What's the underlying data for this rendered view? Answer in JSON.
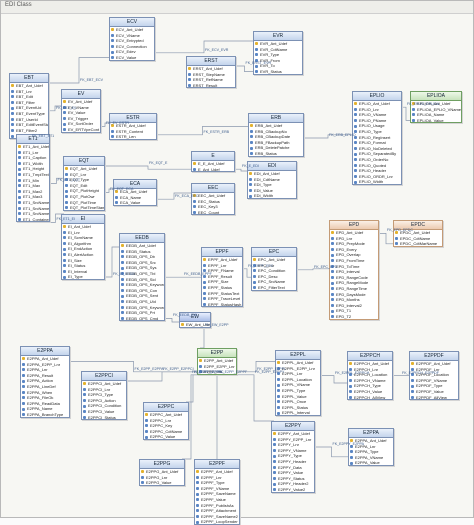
{
  "window": {
    "title": "EDI Class"
  },
  "entities": [
    {
      "id": "ECV",
      "style": "blue",
      "title": "ECV",
      "fields": [
        "ECV_Ant_Udef",
        "ECV_VName",
        "ECV_Entrypted",
        "ECV_Connection",
        "ECV_Edev",
        "ECV_Value"
      ]
    },
    {
      "id": "EVR",
      "style": "blue",
      "title": "EVR",
      "fields": [
        "EVR_Ant_Udef",
        "EVR_CdtName",
        "EVR_Type",
        "EVR_From",
        "EVR_To",
        "EVR_Status"
      ]
    },
    {
      "id": "ERST",
      "style": "blue",
      "title": "ERST",
      "fields": [
        "ERST_Ant_Udef",
        "ERST_StepName",
        "ERST_RefName",
        "ERST_Result"
      ]
    },
    {
      "id": "EBT",
      "style": "blue",
      "title": "EBT",
      "fields": [
        "EBT_Ant_Udef",
        "EBT_Lnr",
        "EBT_Edit",
        "EBT_Filter",
        "EBT_EventUd",
        "EBT_EventType",
        "EBT_UserId",
        "EBT_EditEventState",
        "EBT_Filter2",
        "EBT_Filter3"
      ]
    },
    {
      "id": "EV",
      "style": "blue",
      "title": "EV",
      "fields": [
        "EV_Ant_Udef",
        "EV_VName",
        "EV_Value",
        "EV_Trigger",
        "EV_SortOrder",
        "EV_ERTVpeCont"
      ]
    },
    {
      "id": "ESTR",
      "style": "blue",
      "title": "ESTR",
      "fields": [
        "ESTR_Ant_Udef",
        "ESTR_Content",
        "ESTR_Len"
      ]
    },
    {
      "id": "ERB",
      "style": "blue",
      "title": "ERB",
      "fields": [
        "ERB_Ant_Udef",
        "ERB_CBackupNo",
        "ERB_CBackupDate",
        "ERB_FBackupPath",
        "ERB_DeletePatche",
        "ERB_Status"
      ]
    },
    {
      "id": "EPLIO",
      "style": "blue",
      "title": "EPLIO",
      "fields": [
        "EPLIO_Ant_Udef",
        "EPLIO_Lnr",
        "EPLIO_VName",
        "EPLIO_PName",
        "EPLIO_Usage",
        "EPLIO_Type",
        "EPLIO_RegInsert",
        "EPLIO_Format",
        "EPLIO_NoDeleted",
        "EPLIO_SeparatedBy",
        "EPLIO_OrderNo",
        "EPLIO_Quoted",
        "EPLIO_Header",
        "EPLIO_ORDR_Lnr",
        "EPLIO_Width"
      ]
    },
    {
      "id": "EPLIOA",
      "style": "green",
      "title": "EPLIOA",
      "fields": [
        "EPLIOA_Ant_Udef",
        "EPLIOA_EPLIO_VName",
        "EPLIOA_Name",
        "EPLIOA_Value"
      ]
    },
    {
      "id": "ET1",
      "style": "blue",
      "title": "ET1",
      "fields": [
        "ET1_Ant_Udef",
        "ET1_Lnr",
        "ET1_Caption",
        "ET1_Width",
        "ET1_Height",
        "ET1_TmplText",
        "ET1_Min",
        "ET1_Max",
        "ET1_Max2",
        "ET1_Max3",
        "ET1_SrcName",
        "ET1_SrcName2",
        "ET1_SrcName3",
        "ET1_Container"
      ]
    },
    {
      "id": "EQT",
      "style": "blue",
      "title": "EQT",
      "fields": [
        "EQT_Ant_Udef",
        "EQT_Lnr",
        "EQT_Type",
        "EQT_Edit",
        "EQT_PlotHeight",
        "EQT_PlotOwr",
        "EQT_PlotTime",
        "EQT_PlotTimeStamp"
      ]
    },
    {
      "id": "E",
      "style": "blue",
      "title": "E",
      "fields": [
        "E_E_Ant_Udef",
        "E_Ant_Udef"
      ]
    },
    {
      "id": "ECA",
      "style": "blue",
      "title": "ECA",
      "fields": [
        "ECA_Ant_Udef",
        "ECA_Name",
        "ECA_Value"
      ]
    },
    {
      "id": "EDI",
      "style": "blue",
      "title": "EDI",
      "fields": [
        "EDI_Ant_Udef",
        "EDI_CdtName",
        "EDI_Type",
        "EDI_Value",
        "EDI_Width"
      ]
    },
    {
      "id": "EEC",
      "style": "blue",
      "title": "EEC",
      "fields": [
        "EEC_Ant_Udef",
        "EEC_Status",
        "EEC_Key3",
        "EEC_Count"
      ]
    },
    {
      "id": "EI",
      "style": "blue",
      "title": "EI",
      "fields": [
        "EI_Ant_Udef",
        "EI_Lnr",
        "EI_ScrnName",
        "EI_Algorithm",
        "EI_EndAction",
        "EI_AlertAction",
        "EI_Size",
        "EI_Status",
        "EI_Interval",
        "EI_Type"
      ]
    },
    {
      "id": "EEDB",
      "style": "blue",
      "title": "EEDB",
      "fields": [
        "EEDB_Ant_Udef",
        "EEDB_Status",
        "EEDB_OPS_Db",
        "EEDB_OPS_Src",
        "EEDB_OPS_Sys",
        "EEDB_OPS_Tbl",
        "EEDB_OPS_Sid",
        "EEDB_OPS_Keyword",
        "EEDB_OPS_Con",
        "EEDB_OPS_Sent",
        "EEDB_OPS_Uid",
        "EEDB_OPS_Keyword2",
        "EEDB_OPS_Prt",
        "EEDB_OPS_Cmd"
      ]
    },
    {
      "id": "EPPF",
      "style": "blue",
      "title": "EPPF",
      "fields": [
        "EPPF_Ant_Udef",
        "EPPF_Lnr",
        "EPPF_FName",
        "EPPF_Result",
        "EPPF_Size",
        "EPPF_Status",
        "EPPF_StatusText",
        "EPPF_TraceLevel",
        "EPPF_StatusHash"
      ]
    },
    {
      "id": "EPC",
      "style": "blue",
      "title": "EPC",
      "fields": [
        "EPC_Ant_Udef",
        "EPC_Lnr",
        "EPC_Condition",
        "EPC_Desc",
        "EPC_SrcName",
        "EPC_FilterText"
      ]
    },
    {
      "id": "EPD",
      "style": "orange",
      "title": "EPD",
      "fields": [
        "EPD_Ant_Udef",
        "EPD_Lnr",
        "EPD_PrepMode",
        "EPD_Every",
        "EPD_Overlap",
        "EPD_FromTime",
        "EPD_ToTime",
        "EPD_Interval",
        "EPD_RangeCode",
        "EPD_RangeMode",
        "EPD_RangeTime",
        "EPD_DaysMode",
        "EPD_Months",
        "EPD_Interval2",
        "EPD_T1",
        "EPD_T2"
      ]
    },
    {
      "id": "EPDC",
      "style": "orange",
      "title": "EPDC",
      "fields": [
        "EPDC_Ant_Udef",
        "EPDC_CdtName",
        "EPDC_CdtMarName"
      ]
    },
    {
      "id": "EW",
      "style": "plain",
      "title": "EW",
      "fields": [
        "EW_Ant_Udef"
      ]
    },
    {
      "id": "E2PP",
      "style": "green",
      "title": "E2PP",
      "fields": [
        "E2PP_Ant_Udef",
        "E2PP_E2PP_Lnr",
        "E2PP_Lnr"
      ]
    },
    {
      "id": "E2PPA",
      "style": "blue",
      "title": "E2PPA",
      "fields": [
        "E2PPA_Ant_Udef",
        "E2PPA_E2PP_Lnr",
        "E2PPA_Lnr",
        "E2PPA_Result",
        "E2PPA_Action",
        "E2PPA_LineDef",
        "E2PPA_When",
        "E2PPA_FileOk",
        "E2PPA_ReadData",
        "E2PPA_Name",
        "E2PPA_BranchType"
      ]
    },
    {
      "id": "E2PPCI",
      "style": "blue",
      "title": "E2PPCI",
      "fields": [
        "E2PPCI_Ant_Udef",
        "E2PPCI_Lnr",
        "E2PPCI_Type",
        "E2PPCI_Action",
        "E2PPCI_Condition",
        "E2PPCI_Value",
        "E2PPCI_Status"
      ]
    },
    {
      "id": "E2PPC",
      "style": "blue",
      "title": "E2PPC",
      "fields": [
        "E2PPC_Ant_Udef",
        "E2PPC_Lnr",
        "E2PPC_Key",
        "E2PPC_CdtName",
        "E2PPC_Value"
      ]
    },
    {
      "id": "E2PPL",
      "style": "blue",
      "title": "E2PPL",
      "fields": [
        "E2PPL_Ant_Udef",
        "E2PPL_E2PP_Lnr",
        "E2PPL_Lnr",
        "E2PPL_Location",
        "E2PPL_VName",
        "E2PPL_Type",
        "E2PPL_Value",
        "E2PPL_Once",
        "E2PPL_Status",
        "E2PPL_Interval"
      ]
    },
    {
      "id": "E2PPCH",
      "style": "blue",
      "title": "E2PPCH",
      "fields": [
        "E2PPCH_Ant_Udef",
        "E2PPCH_Lnr",
        "E2PPCH_Location",
        "E2PPCH_VName",
        "E2PPCH_Type",
        "E2PPCH_Value",
        "E2PPCH_AllView"
      ]
    },
    {
      "id": "E2PPDF",
      "style": "blue",
      "title": "E2PPDF",
      "fields": [
        "E2PPDF_Ant_Udef",
        "E2PPDF_Lnr",
        "E2PPDF_Location",
        "E2PPDF_VName",
        "E2PPDF_Type",
        "E2PPDF_Value",
        "E2PPDF_AllView"
      ]
    },
    {
      "id": "E2PPY",
      "style": "blue",
      "title": "E2PPY",
      "fields": [
        "E2PPY_Ant_Udef",
        "E2PPY_E2PP_Lnr",
        "E2PPY_Lnr",
        "E2PPY_VName",
        "E2PPY_Type",
        "E2PPY_Header",
        "E2PPY_Data",
        "E2PPY_Value",
        "E2PPY_Status",
        "E2PPY_Header2",
        "E2PPY_Value2"
      ]
    },
    {
      "id": "E2PPA2",
      "style": "blue",
      "title": "E2PPA",
      "fields": [
        "E2PPA_Ant_Udef",
        "E2PPA_Lnr",
        "E2PPA_Type",
        "E2PPA_VName",
        "E2PPA_Value"
      ]
    },
    {
      "id": "E2PPG",
      "style": "blue",
      "title": "E2PPG",
      "fields": [
        "E2PPG_Ant_Udef",
        "E2PPG_Lnr",
        "E2PPG_Value"
      ]
    },
    {
      "id": "E2PPF",
      "style": "blue",
      "title": "E2PPF",
      "fields": [
        "E2PPF_Ant_Udef",
        "E2PPF_Lnr",
        "E2PPF_Type",
        "E2PPF_VName",
        "E2PPF_SaveName",
        "E2PPF_Value",
        "E2PPF_PublishAs",
        "E2PPF_Attachment",
        "E2PPF_SaveName2",
        "E2PPF_LoopSender"
      ]
    }
  ],
  "relations": [
    {
      "from": "ECV",
      "to": "EVR",
      "label": "FK_ECV_EVR"
    },
    {
      "from": "EBT",
      "to": "ECV",
      "label": "FK_EBT_ECV"
    },
    {
      "from": "EBT",
      "to": "EV",
      "label": "FK_EBT_EV"
    },
    {
      "from": "EV",
      "to": "ESTR",
      "label": "FK_EV_ESTR"
    },
    {
      "from": "ERST",
      "to": "EVR",
      "label": "FK_ERST_EVR"
    },
    {
      "from": "ESTR",
      "to": "ERB",
      "label": "FK_ESTR_ERB"
    },
    {
      "from": "ERB",
      "to": "EPLIO",
      "label": "FK_ERB_EPLIO"
    },
    {
      "from": "EPLIO",
      "to": "EPLIOA",
      "label": "FK_EPLIO_EPLIOA"
    },
    {
      "from": "EBT",
      "to": "ET1",
      "label": "FK_EBT_ET1"
    },
    {
      "from": "ET1",
      "to": "EQT",
      "label": "FK_ET1_EQT"
    },
    {
      "from": "EQT",
      "to": "E",
      "label": "FK_EQT_E"
    },
    {
      "from": "EQT",
      "to": "ECA",
      "label": "FK_EQT_ECA"
    },
    {
      "from": "E",
      "to": "EDI",
      "label": "FK_E_EDI"
    },
    {
      "from": "ECA",
      "to": "EEC",
      "label": "FK_ECA_EEC"
    },
    {
      "from": "ET1",
      "to": "EI",
      "label": "FK_ET1_EI"
    },
    {
      "from": "EI",
      "to": "EEDB",
      "label": "FK_EI_EEDB"
    },
    {
      "from": "EEDB",
      "to": "EPPF",
      "label": "FK_EEDB_EPPF"
    },
    {
      "from": "EPPF",
      "to": "EPC",
      "label": "FK_EPPF_EPC"
    },
    {
      "from": "EPC",
      "to": "EPD",
      "label": "FK_EPC_EPD"
    },
    {
      "from": "EPD",
      "to": "EPDC",
      "label": "FK_EPD_EPDC"
    },
    {
      "from": "EEDB",
      "to": "EW",
      "label": "FK_EEDB_EW"
    },
    {
      "from": "EW",
      "to": "E2PP",
      "label": "FK_EW_E2PP"
    },
    {
      "from": "E2PP",
      "to": "E2PPA",
      "label": "FK_E2PP_E2PPA"
    },
    {
      "from": "E2PP",
      "to": "E2PPCI",
      "label": "FK_E2PP_E2PPCI"
    },
    {
      "from": "E2PP",
      "to": "E2PPC",
      "label": "FK_E2PP_E2PPC"
    },
    {
      "from": "E2PP",
      "to": "E2PPL",
      "label": "FK_E2PP_E2PPL"
    },
    {
      "from": "E2PPL",
      "to": "E2PPCH",
      "label": "FK_E2PPL_E2PPCH"
    },
    {
      "from": "E2PPCH",
      "to": "E2PPDF",
      "label": "FK_E2PPCH_E2PPDF"
    },
    {
      "from": "E2PP",
      "to": "E2PPY",
      "label": "FK_E2PP_E2PPY"
    },
    {
      "from": "E2PPY",
      "to": "E2PPA2",
      "label": "FK_E2PPY_E2PPA"
    },
    {
      "from": "E2PP",
      "to": "E2PPG",
      "label": "FK_E2PP_E2PPG"
    },
    {
      "from": "E2PP",
      "to": "E2PPF",
      "label": "FK_E2PP_E2PPF"
    }
  ]
}
